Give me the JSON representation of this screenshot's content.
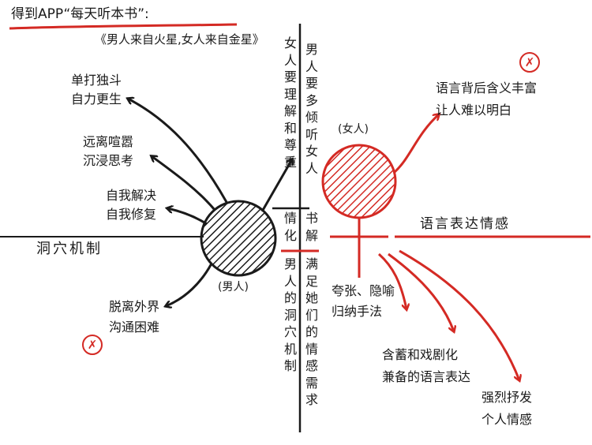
{
  "header": {
    "title": "得到APP“每天听本书”:",
    "book": "《男人来自火星,女人来自金星》"
  },
  "center": {
    "man_label": "(男人)",
    "woman_label": "(女人)",
    "crossing_left": "情化",
    "crossing_right": "书解",
    "top_left_vertical": "女人要理解和尊重",
    "top_right_vertical": "男人要多倾听女人",
    "bottom_left_vertical": "男人的洞穴机制",
    "bottom_right_vertical": "满足她们的情感需求"
  },
  "man_side": {
    "axis_label": "洞穴机制",
    "traits": [
      "单打独斗\n自力更生",
      "远离喧嚣\n沉浸思考",
      "自我解决\n自我修复",
      "脱离外界\n沟通困难"
    ],
    "wrong_mark": "✗"
  },
  "woman_side": {
    "axis_label": "语言表达情感",
    "traits": [
      "语言背后含义丰富\n让人难以明白",
      "夸张、隐喻\n归纳手法",
      "含蓄和戏剧化\n兼备的语言表达",
      "强烈抒发\n个人情感"
    ],
    "wrong_mark": "✗"
  },
  "colors": {
    "ink": "#1a1a1a",
    "accent": "#d42a24"
  }
}
